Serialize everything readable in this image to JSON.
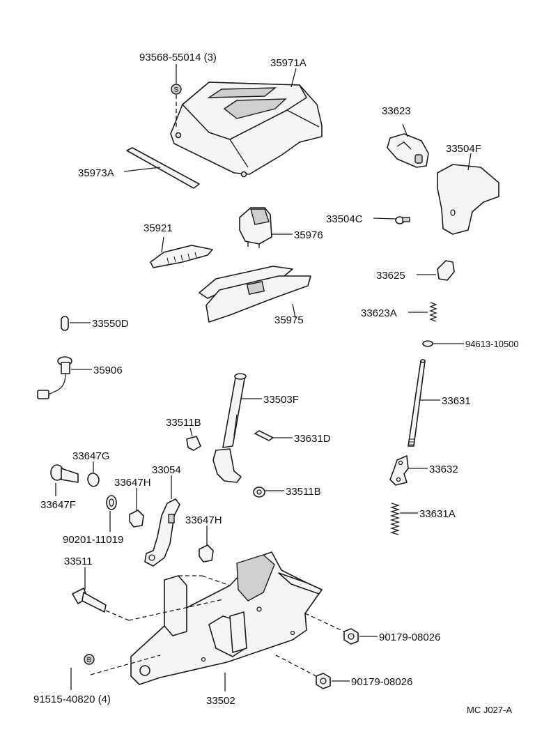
{
  "labels": {
    "l_93568": "93568-55014 (3)",
    "l_35971A": "35971A",
    "l_33623": "33623",
    "l_33504F": "33504F",
    "l_35973A": "35973A",
    "l_35921": "35921",
    "l_35976": "35976",
    "l_33504C": "33504C",
    "l_33625": "33625",
    "l_35975": "35975",
    "l_33623A": "33623A",
    "l_33550D": "33550D",
    "l_94613": "94613-10500",
    "l_35906": "35906",
    "l_33503F": "33503F",
    "l_33631": "33631",
    "l_33511B_a": "33511B",
    "l_33631D": "33631D",
    "l_33647G": "33647G",
    "l_33054": "33054",
    "l_33632": "33632",
    "l_33647H_a": "33647H",
    "l_33647F": "33647F",
    "l_33511B_b": "33511B",
    "l_33631A": "33631A",
    "l_90201": "90201-11019",
    "l_33647H_b": "33647H",
    "l_33511": "33511",
    "l_90179_a": "90179-08026",
    "l_91515": "91515-40820 (4)",
    "l_90179_b": "90179-08026",
    "l_33502": "33502",
    "l_code": "MC  J027-A",
    "mark_s": "S",
    "mark_b": "B"
  }
}
